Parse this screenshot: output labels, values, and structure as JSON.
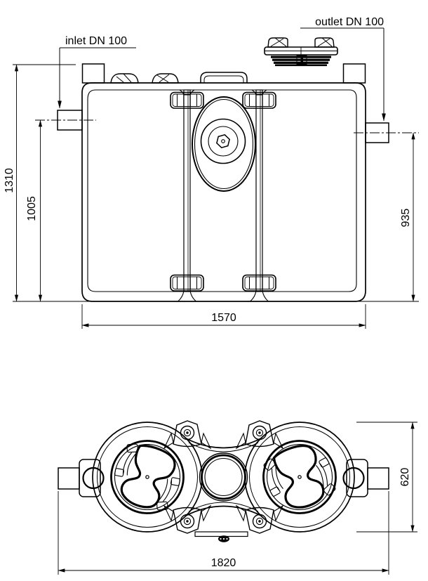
{
  "document": {
    "type": "technical-drawing",
    "views": [
      "front elevation",
      "plan view"
    ]
  },
  "labels": {
    "inlet": "inlet DN 100",
    "outlet": "outlet DN 100"
  },
  "dimensions": {
    "overall_height": "1310",
    "inlet_height": "1005",
    "outlet_height": "935",
    "tank_length": "1570",
    "tank_width": "620",
    "overall_length": "1820"
  },
  "colors": {
    "line": "#000000",
    "background": "#ffffff"
  }
}
